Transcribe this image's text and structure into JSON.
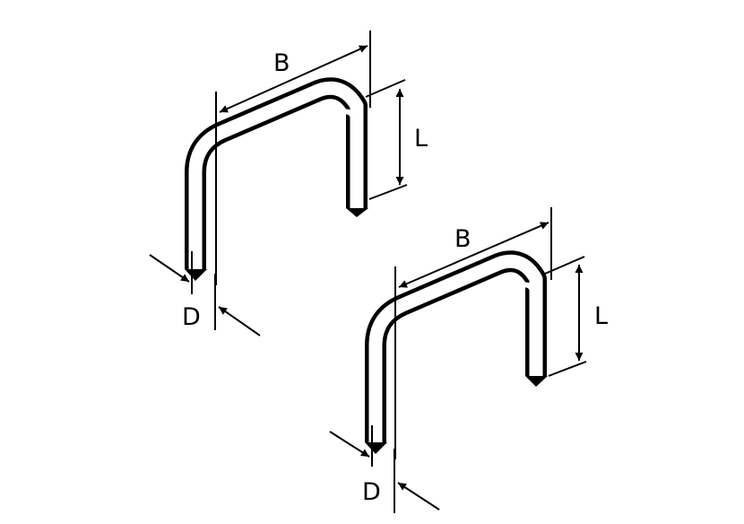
{
  "staple_top": {
    "width_label": "B",
    "leg_label": "L",
    "wire_label": "D"
  },
  "staple_bottom": {
    "width_label": "B",
    "leg_label": "L",
    "wire_label": "D"
  },
  "colors": {
    "line": "#000000",
    "background": "#ffffff"
  }
}
